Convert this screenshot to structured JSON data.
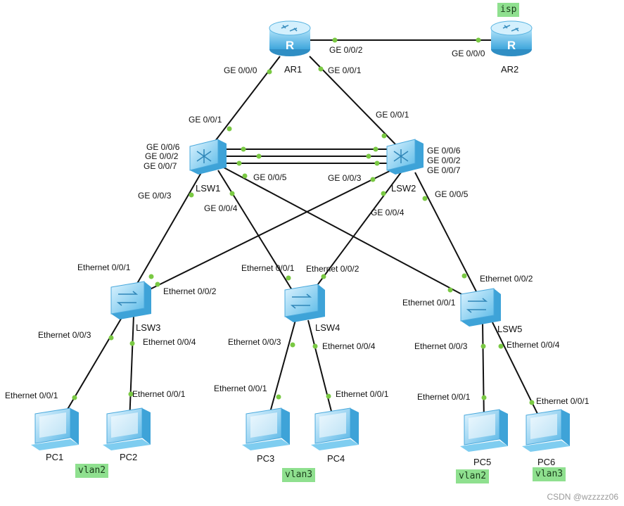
{
  "devices": {
    "ar1": "AR1",
    "ar2": "AR2",
    "lsw1": "LSW1",
    "lsw2": "LSW2",
    "lsw3": "LSW3",
    "lsw4": "LSW4",
    "lsw5": "LSW5",
    "pc1": "PC1",
    "pc2": "PC2",
    "pc3": "PC3",
    "pc4": "PC4",
    "pc5": "PC5",
    "pc6": "PC6"
  },
  "ports": {
    "ar1_ge002": "GE 0/0/2",
    "ar2_ge000": "GE 0/0/0",
    "ar1_ge000": "GE 0/0/0",
    "ar1_ge001": "GE 0/0/1",
    "lsw1_ge001": "GE 0/0/1",
    "lsw2_ge001": "GE 0/0/1",
    "lsw1_ge006": "GE 0/0/6",
    "lsw1_ge002": "GE 0/0/2",
    "lsw1_ge007": "GE 0/0/7",
    "lsw2_ge006": "GE 0/0/6",
    "lsw2_ge002": "GE 0/0/2",
    "lsw2_ge007": "GE 0/0/7",
    "lsw1_ge003": "GE 0/0/3",
    "lsw1_ge004": "GE 0/0/4",
    "lsw1_ge005": "GE 0/0/5",
    "lsw2_ge003": "GE 0/0/3",
    "lsw2_ge004": "GE 0/0/4",
    "lsw2_ge005": "GE 0/0/5",
    "lsw3_e001": "Ethernet 0/0/1",
    "lsw3_e002": "Ethernet 0/0/2",
    "lsw3_e003": "Ethernet 0/0/3",
    "lsw3_e004": "Ethernet 0/0/4",
    "lsw4_e001": "Ethernet 0/0/1",
    "lsw4_e002": "Ethernet 0/0/2",
    "lsw4_e003": "Ethernet 0/0/3",
    "lsw4_e004": "Ethernet 0/0/4",
    "lsw5_e001": "Ethernet 0/0/1",
    "lsw5_e002": "Ethernet 0/0/2",
    "lsw5_e003": "Ethernet 0/0/3",
    "lsw5_e004": "Ethernet 0/0/4",
    "pc1_e001": "Ethernet 0/0/1",
    "pc2_e001": "Ethernet 0/0/1",
    "pc3_e001": "Ethernet 0/0/1",
    "pc4_e001": "Ethernet 0/0/1",
    "pc5_e001": "Ethernet 0/0/1",
    "pc6_e001": "Ethernet 0/0/1"
  },
  "tags": {
    "isp": "isp",
    "vlan_pc12": "vlan2",
    "vlan_pc34": "vlan3",
    "vlan_pc5": "vlan2",
    "vlan_pc6": "vlan3"
  },
  "watermark": "CSDN @wzzzzz06",
  "colors": {
    "link": "#111111",
    "port_dot": "#7ac943",
    "tag_bg": "#8fe08f",
    "device_blue": "#6fc8ee"
  }
}
